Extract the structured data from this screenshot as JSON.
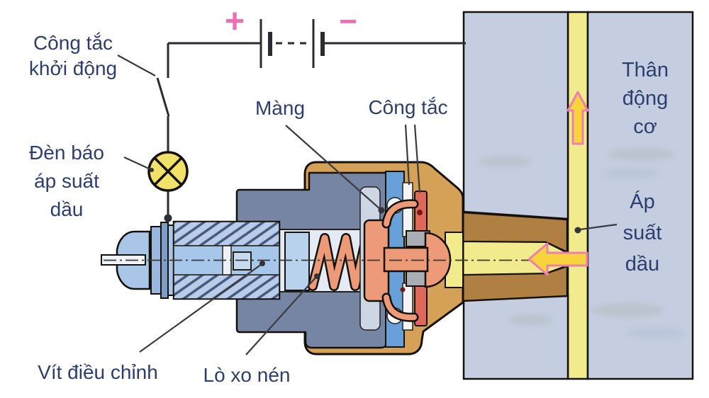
{
  "figure_labels": {
    "start_switch": "Công tắc\nkhởi động",
    "oil_pressure_lamp": "Đèn báo\náp suất\ndầu",
    "diaphragm": "Màng",
    "switch": "Công tắc",
    "engine_body": "Thân\nđộng\ncơ",
    "oil_pressure": "Áp\nsuất\ndầu",
    "adjusting_screw": "Vít điều chỉnh",
    "compression_spring": "Lò xo nén"
  },
  "battery": {
    "positive_label": "+",
    "negative_label": "−"
  },
  "colors": {
    "engine_block": "#c5cee1",
    "oil_channel_yellow": "#f2eb8e",
    "flow_arrow_fill": "#f7d33e",
    "flow_arrow_outline": "#ef7fae",
    "sensor_housing_tan": "#d4a156",
    "mount_cone_brown": "#b07f42",
    "sensor_inner_dark": "#7685a3",
    "screw_blue": "#a9c6e8",
    "diaphragm_blue": "#68a0da",
    "spring_salmon": "#ec9a78",
    "contact_red": "#e0685a",
    "lamp_yellow": "#f2e168",
    "label_navy": "#2c3e6e",
    "battery_terminal_pink": "#ee6db5"
  }
}
